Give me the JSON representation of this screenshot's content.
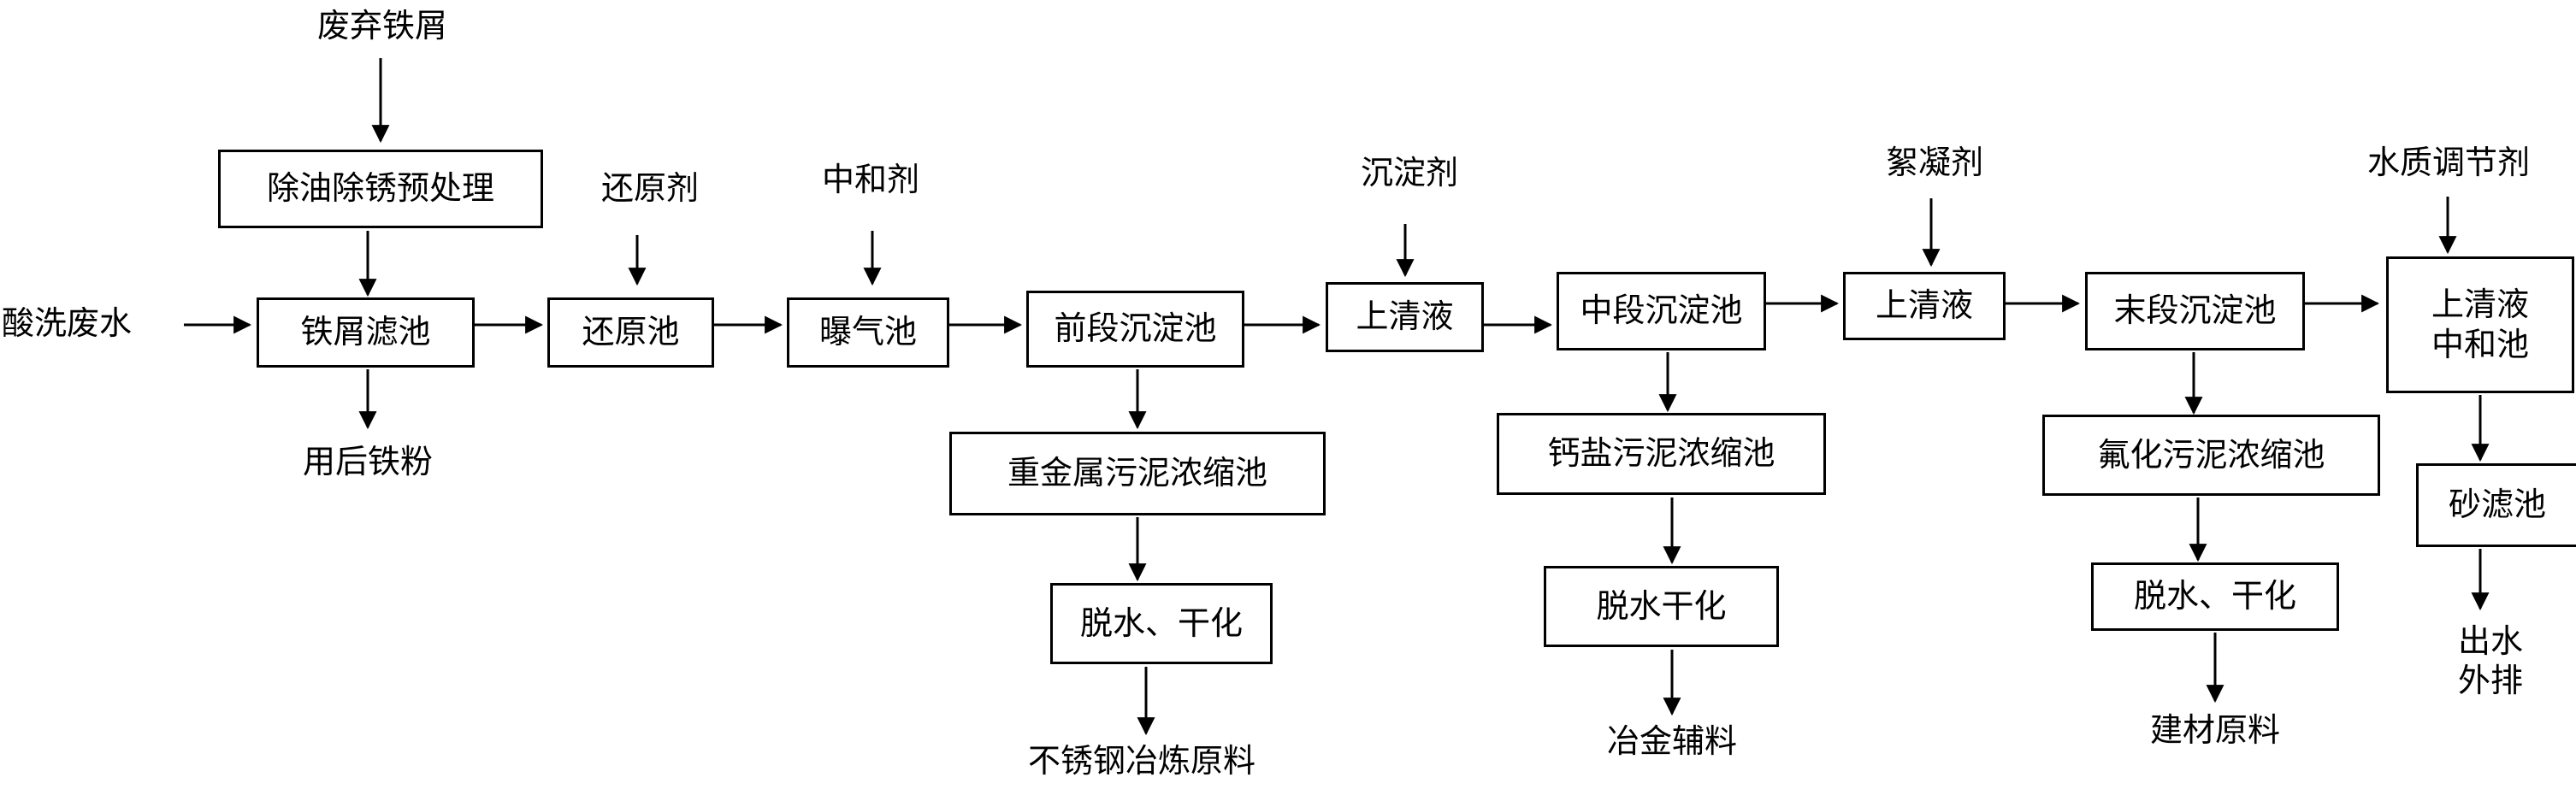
{
  "inputs": {
    "waste_iron": "废弃铁屑",
    "reducer": "还原剂",
    "neutralizer": "中和剂",
    "precipitant": "沉淀剂",
    "flocculant": "絮凝剂",
    "water_adjuster": "水质调节剂",
    "acid_wastewater": "酸洗废水"
  },
  "boxes": {
    "pretreat": "除油除锈预处理",
    "iron_filter": "铁屑滤池",
    "reduction": "还原池",
    "aeration": "曝气池",
    "front_settle": "前段沉淀池",
    "supernatant1": "上清液",
    "mid_settle": "中段沉淀池",
    "supernatant2": "上清液",
    "end_settle": "末段沉淀池",
    "final_line1": "上清液",
    "final_line2": "中和池",
    "heavy_sludge": "重金属污泥浓缩池",
    "dewater1": "脱水、干化",
    "calcium_sludge": "钙盐污泥浓缩池",
    "dewater2": "脱水干化",
    "fluoride_sludge": "氟化污泥浓缩池",
    "dewater3": "脱水、干化",
    "sand_filter": "砂滤池"
  },
  "outputs": {
    "used_iron": "用后铁粉",
    "stainless": "不锈钢冶炼原料",
    "metallurgy": "冶金辅料",
    "building": "建材原料",
    "discharge_line1": "出水",
    "discharge_line2": "外排"
  }
}
